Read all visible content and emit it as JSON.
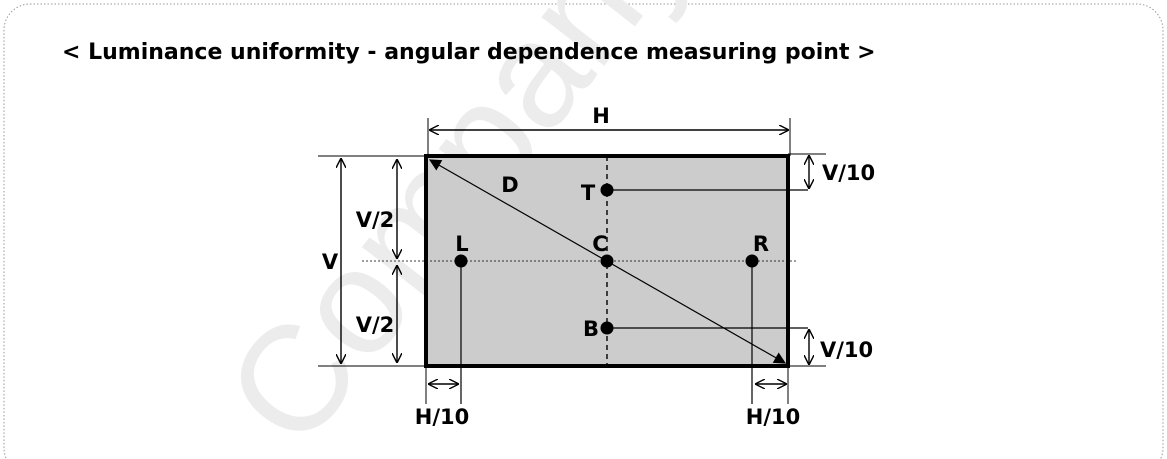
{
  "title": "< Luminance uniformity - angular dependence  measuring point >",
  "watermark": "Company",
  "labels": {
    "width": "H",
    "height": "V",
    "diagonal": "D",
    "half_height_top": "V/2",
    "half_height_bottom": "V/2",
    "tenth_height_top": "V/10",
    "tenth_height_bottom": "V/10",
    "tenth_width_left": "H/10",
    "tenth_width_right": "H/10"
  },
  "points": {
    "top": "T",
    "left": "L",
    "center": "C",
    "right": "R",
    "bottom": "B"
  },
  "colors": {
    "screen_fill": "#cccccc",
    "ink": "#000000",
    "frame": "#999999",
    "watermark": "#e8e8e8"
  }
}
